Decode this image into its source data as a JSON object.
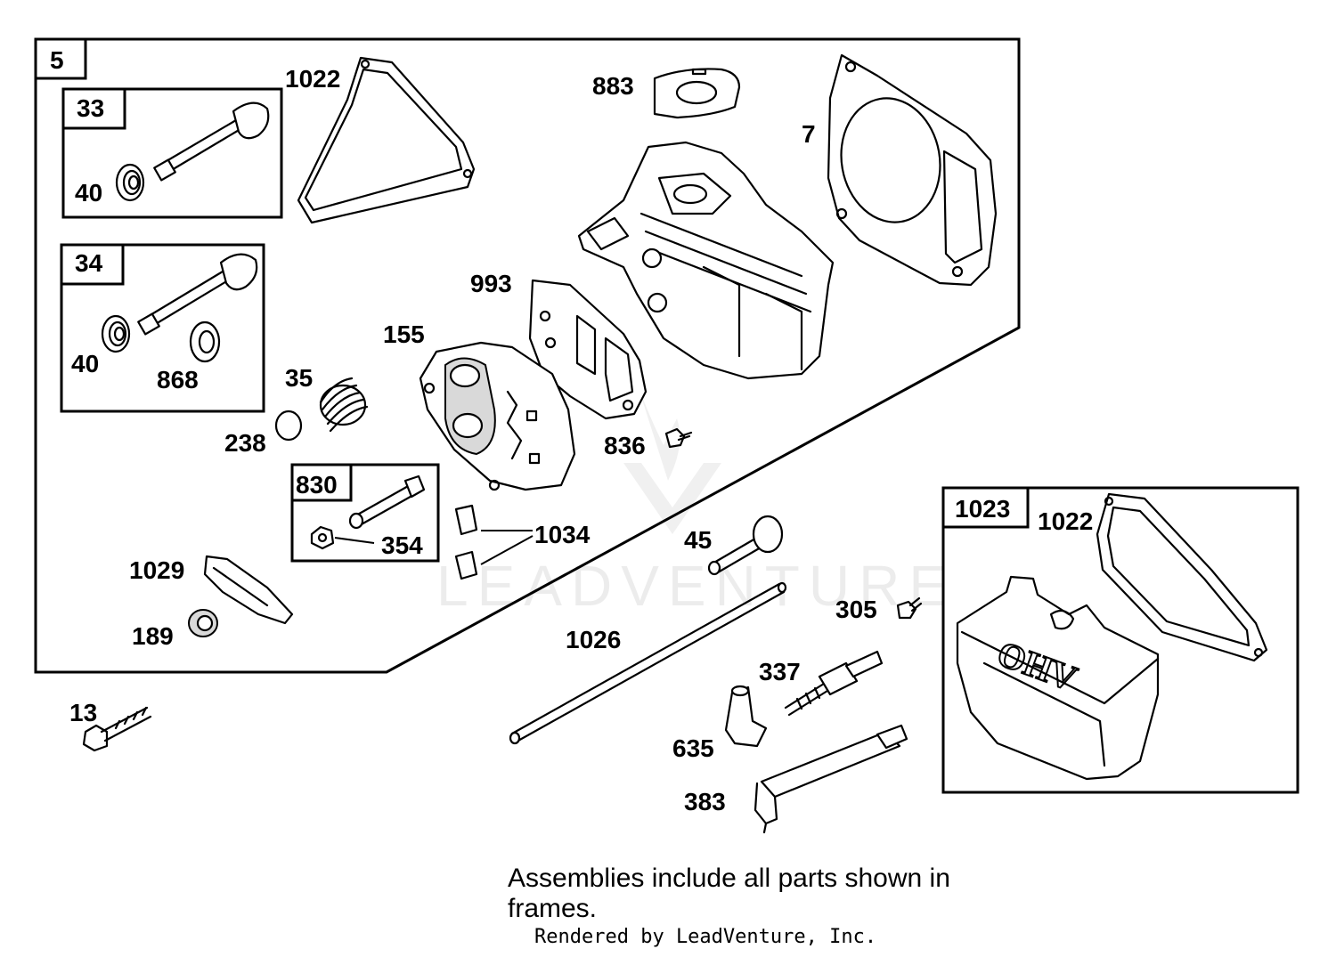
{
  "diagram": {
    "watermark": "LEADVENTURE",
    "frames": {
      "main": "5",
      "valve_exhaust": "33",
      "valve_intake": "34",
      "breather_kit": "830",
      "cover_kit": "1023"
    },
    "parts": {
      "p1022a": "1022",
      "p883": "883",
      "p7": "7",
      "p40a": "40",
      "p40b": "40",
      "p868": "868",
      "p993": "993",
      "p155": "155",
      "p35": "35",
      "p238": "238",
      "p836": "836",
      "p354": "354",
      "p1034": "1034",
      "p1029": "1029",
      "p189": "189",
      "p45": "45",
      "p1026": "1026",
      "p305": "305",
      "p337": "337",
      "p635": "635",
      "p383": "383",
      "p13": "13",
      "p1022b": "1022"
    },
    "note": "Assemblies include all parts shown in frames.",
    "credit": "Rendered by LeadVenture, Inc."
  }
}
